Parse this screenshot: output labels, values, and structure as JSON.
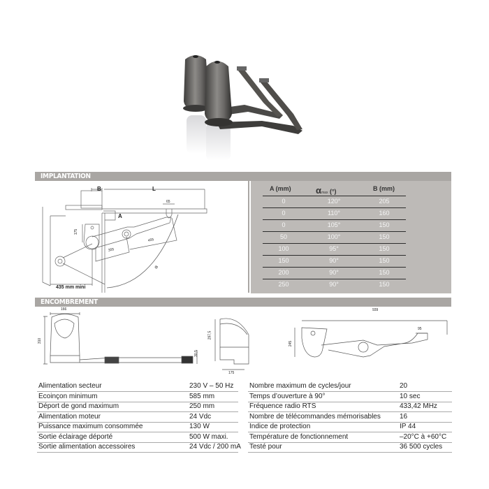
{
  "sections": {
    "implantation": "IMPLANTATION",
    "encombrement": "ENCOMBREMENT"
  },
  "implantation_diagram": {
    "labels": {
      "B": "B",
      "L": "L",
      "A": "A",
      "d65": "65",
      "d175": "175",
      "d355": "355",
      "d455": "455",
      "alpha": "α",
      "min_label": "435 mm mini"
    }
  },
  "implantation_table": {
    "headers": [
      "A (mm)",
      "αmax (°)",
      "B (mm)"
    ],
    "header_alpha_symbol": "α",
    "header_alpha_sub": "max",
    "header_alpha_unit": " (°)",
    "rows": [
      {
        "a": "0",
        "alpha": "120°",
        "b": "205"
      },
      {
        "a": "0",
        "alpha": "110°",
        "b": "160"
      },
      {
        "a": "0",
        "alpha": "105°",
        "b": "150"
      },
      {
        "a": "50",
        "alpha": "100°",
        "b": "150"
      },
      {
        "a": "100",
        "alpha": "95°",
        "b": "150"
      },
      {
        "a": "150",
        "alpha": "90°",
        "b": "150"
      },
      {
        "a": "200",
        "alpha": "90°",
        "b": "150"
      },
      {
        "a": "250",
        "alpha": "90°",
        "b": "150"
      }
    ]
  },
  "encombrement_diagram": {
    "labels": {
      "d166": "166",
      "d310": "310",
      "d30_5": "30,5",
      "d297_5": "297,5",
      "d175": "175",
      "d939": "939",
      "d245": "245",
      "d95": "95"
    }
  },
  "specs_left": [
    {
      "label": "Alimentation secteur",
      "value": "230 V – 50 Hz"
    },
    {
      "label": "Ecoinçon minimum",
      "value": "585 mm"
    },
    {
      "label": "Déport de gond maximum",
      "value": "250 mm"
    },
    {
      "label": "Alimentation moteur",
      "value": "24 Vdc"
    },
    {
      "label": "Puissance maximum consommée",
      "value": "130 W"
    },
    {
      "label": "Sortie éclairage déporté",
      "value": "500 W maxi."
    },
    {
      "label": "Sortie alimentation accessoires",
      "value": "24 Vdc / 200 mA"
    }
  ],
  "specs_right": [
    {
      "label": "Nombre maximum de cycles/jour",
      "value": "20"
    },
    {
      "label": "Temps d’ouverture à 90°",
      "value": "10 sec"
    },
    {
      "label": "Fréquence radio RTS",
      "value": "433,42 MHz"
    },
    {
      "label": "Nombre de télécommandes mémorisables",
      "value": "16"
    },
    {
      "label": "Indice de protection",
      "value": "IP 44"
    },
    {
      "label": "Température de fonctionnement",
      "value": "–20°C à +60°C"
    },
    {
      "label": "Testé pour",
      "value": "36 500 cycles"
    }
  ],
  "colors": {
    "section_bar": "#a9a6a3",
    "table_panel": "#bdbab7",
    "motor_dark": "#5b5a58"
  }
}
